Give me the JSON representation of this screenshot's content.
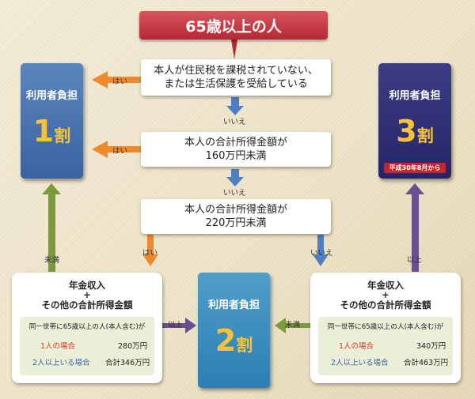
{
  "title": "65歳以上の人",
  "conditions": {
    "q1_line1": "本人が住民税を課税されていない、",
    "q1_line2": "または生活保護を受給している",
    "q2_line1": "本人の合計所得金額が",
    "q2_line2": "160万円未満",
    "q3_line1": "本人の合計所得金額が",
    "q3_line2": "220万円未満"
  },
  "labels": {
    "yes": "はい",
    "no": "いいえ",
    "under": "未満",
    "over": "以上"
  },
  "ratios": {
    "heading": "利用者負担",
    "one_num": "1",
    "two_num": "2",
    "three_num": "3",
    "suffix": "割",
    "three_badge": "平成30年8月から"
  },
  "panels": {
    "head_line1": "年金収入",
    "plus": "+",
    "head_line2": "その他の合計所得金額",
    "household": "同一世帯に65歳以上の人(本人含む)が",
    "one_person": "1人の場合",
    "multi_person": "2人以上いる場合",
    "left_one_value": "280万円",
    "left_multi_value": "合計346万円",
    "right_one_value": "340万円",
    "right_multi_value": "合計463万円"
  },
  "colors": {
    "title_red": "#c5323c",
    "arrow_orange": "#f0892a",
    "arrow_blue": "#4f7fc1",
    "arrow_green": "#7a9a3c",
    "arrow_purple": "#6a4f8e",
    "key_red": "#d23a26",
    "key_blue": "#3a5fa8"
  }
}
